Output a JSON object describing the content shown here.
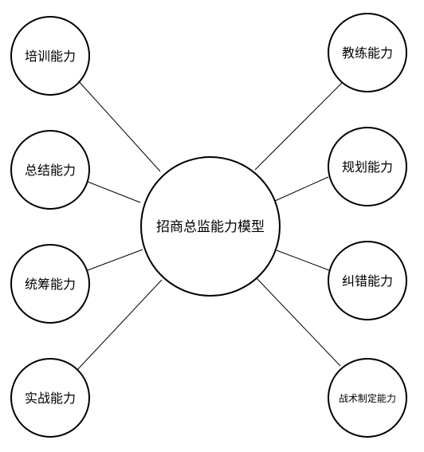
{
  "diagram": {
    "center": {
      "label": "招商总监能力模型"
    },
    "nodes": [
      {
        "id": "training",
        "label": "培训能力"
      },
      {
        "id": "summary",
        "label": "总结能力"
      },
      {
        "id": "coordination",
        "label": "统筹能力"
      },
      {
        "id": "combat",
        "label": "实战能力"
      },
      {
        "id": "coaching",
        "label": "教练能力"
      },
      {
        "id": "planning",
        "label": "规划能力"
      },
      {
        "id": "correction",
        "label": "纠错能力"
      },
      {
        "id": "tactics",
        "label": "战术制定能力"
      }
    ]
  }
}
